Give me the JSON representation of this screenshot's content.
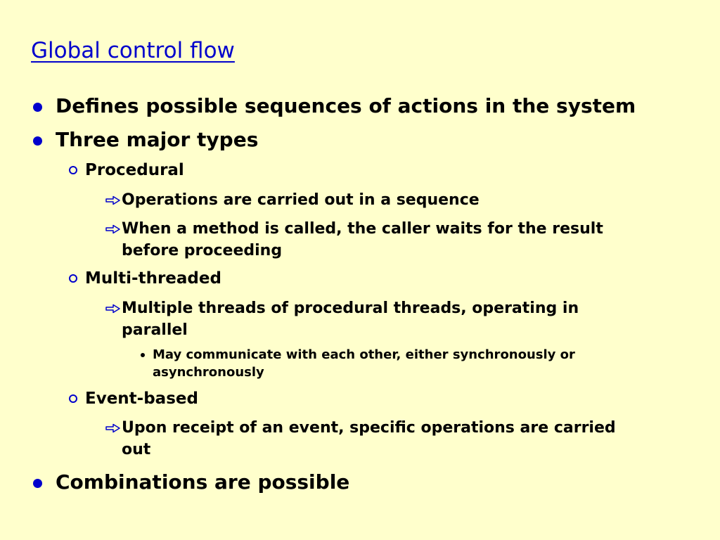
{
  "slide": {
    "title": "Global control flow",
    "bullets": [
      "Defines possible sequences of actions in the system",
      "Three major types",
      "Combinations are possible"
    ],
    "types": {
      "procedural": {
        "label": "Procedural",
        "points": [
          "Operations are carried out in a sequence",
          "When a method is called, the caller waits for the result",
          "before proceeding"
        ]
      },
      "multithreaded": {
        "label": "Multi-threaded",
        "points": [
          "Multiple threads of procedural threads, operating in",
          "parallel"
        ],
        "subpoints": [
          "May communicate with each other, either synchronously or",
          "asynchronously"
        ]
      },
      "eventbased": {
        "label": "Event-based",
        "points": [
          "Upon receipt of an event, specific operations are carried",
          "out"
        ]
      }
    }
  },
  "colors": {
    "background": "#ffffcc",
    "title": "#0000cc",
    "bullet": "#0000cc",
    "text": "#000000"
  },
  "icons": {
    "level1": "filled-circle-bullet-icon",
    "level2": "hollow-circle-bullet-icon",
    "level3": "outline-arrow-bullet-icon",
    "level4": "small-dot-bullet-icon"
  }
}
